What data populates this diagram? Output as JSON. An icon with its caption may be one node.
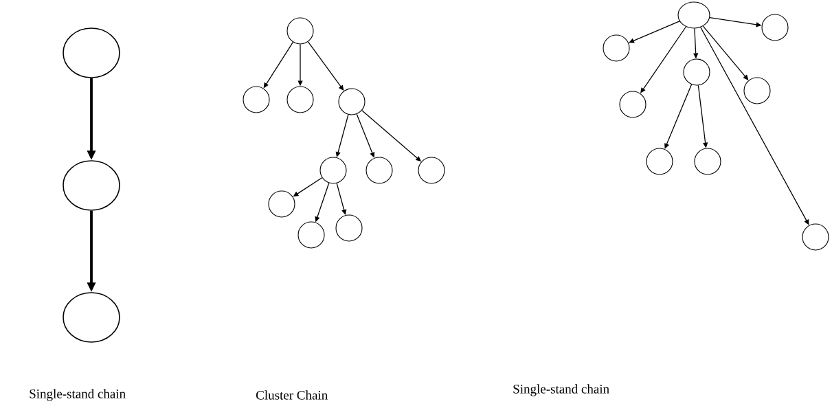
{
  "diagram": {
    "nodes": [
      {
        "text": [],
        "shape": "ellipse"
      },
      {
        "text": [],
        "shape": "ellipse"
      },
      {
        "text": [],
        "shape": "ellipse"
      },
      {
        "text": [],
        "shape": "circle"
      },
      {
        "text": [],
        "shape": "circle"
      },
      {
        "text": [],
        "shape": "circle"
      },
      {
        "text": [],
        "shape": "circle"
      },
      {
        "text": [],
        "shape": "circle"
      },
      {
        "text": [],
        "shape": "circle"
      },
      {
        "text": [],
        "shape": "circle"
      },
      {
        "text": [],
        "shape": "circle"
      },
      {
        "text": [],
        "shape": "circle"
      },
      {
        "text": [],
        "shape": "circle"
      },
      {
        "text": [],
        "shape": "ellipse"
      },
      {
        "text": [],
        "shape": "circle"
      },
      {
        "text": [],
        "shape": "circle"
      },
      {
        "text": [],
        "shape": "circle"
      },
      {
        "text": [],
        "shape": "circle"
      },
      {
        "text": [],
        "shape": "circle"
      },
      {
        "text": [],
        "shape": "circle"
      },
      {
        "text": [],
        "shape": "circle"
      },
      {
        "text": [],
        "shape": "circle"
      }
    ],
    "edges": [
      {
        "from": 0,
        "to": 1,
        "arrow": "to",
        "style": "thick"
      },
      {
        "from": 1,
        "to": 2,
        "arrow": "to",
        "style": "thick"
      },
      {
        "from": 3,
        "to": 4,
        "arrow": "to"
      },
      {
        "from": 3,
        "to": 5,
        "arrow": "to"
      },
      {
        "from": 3,
        "to": 6,
        "arrow": "to"
      },
      {
        "from": 6,
        "to": 7,
        "arrow": "to"
      },
      {
        "from": 6,
        "to": 8,
        "arrow": "to"
      },
      {
        "from": 6,
        "to": 9,
        "arrow": "to"
      },
      {
        "from": 7,
        "to": 10,
        "arrow": "to"
      },
      {
        "from": 7,
        "to": 11,
        "arrow": "to"
      },
      {
        "from": 7,
        "to": 12,
        "arrow": "to"
      },
      {
        "from": 13,
        "to": 14,
        "arrow": "to"
      },
      {
        "from": 13,
        "to": 15,
        "arrow": "to"
      },
      {
        "from": 13,
        "to": 16,
        "arrow": "to"
      },
      {
        "from": 13,
        "to": 17,
        "arrow": "to"
      },
      {
        "from": 13,
        "to": 18,
        "arrow": "to"
      },
      {
        "from": 13,
        "to": 21,
        "arrow": "to"
      },
      {
        "from": 16,
        "to": 19,
        "arrow": "to"
      },
      {
        "from": 16,
        "to": 20,
        "arrow": "to"
      }
    ],
    "labels": [
      "Single-stand chain",
      "Cluster Chain",
      "Single-stand chain"
    ]
  }
}
